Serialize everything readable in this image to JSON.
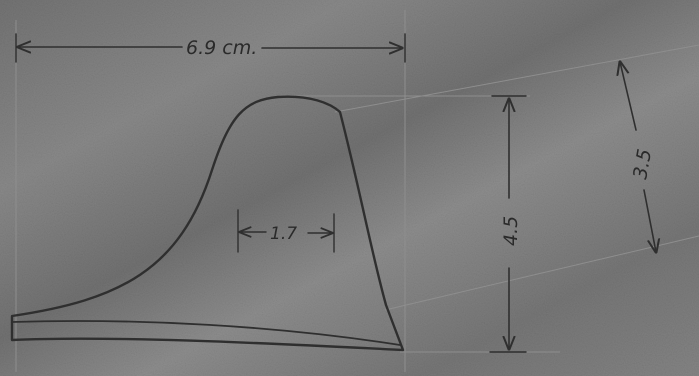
{
  "drawing": {
    "labels": {
      "width": "6.9 cm.",
      "top_width": "1.7",
      "height": "4.5",
      "slant": "3.5"
    },
    "colors": {
      "paper": "#7d7d7d",
      "ink": "#2f2f2f"
    }
  }
}
